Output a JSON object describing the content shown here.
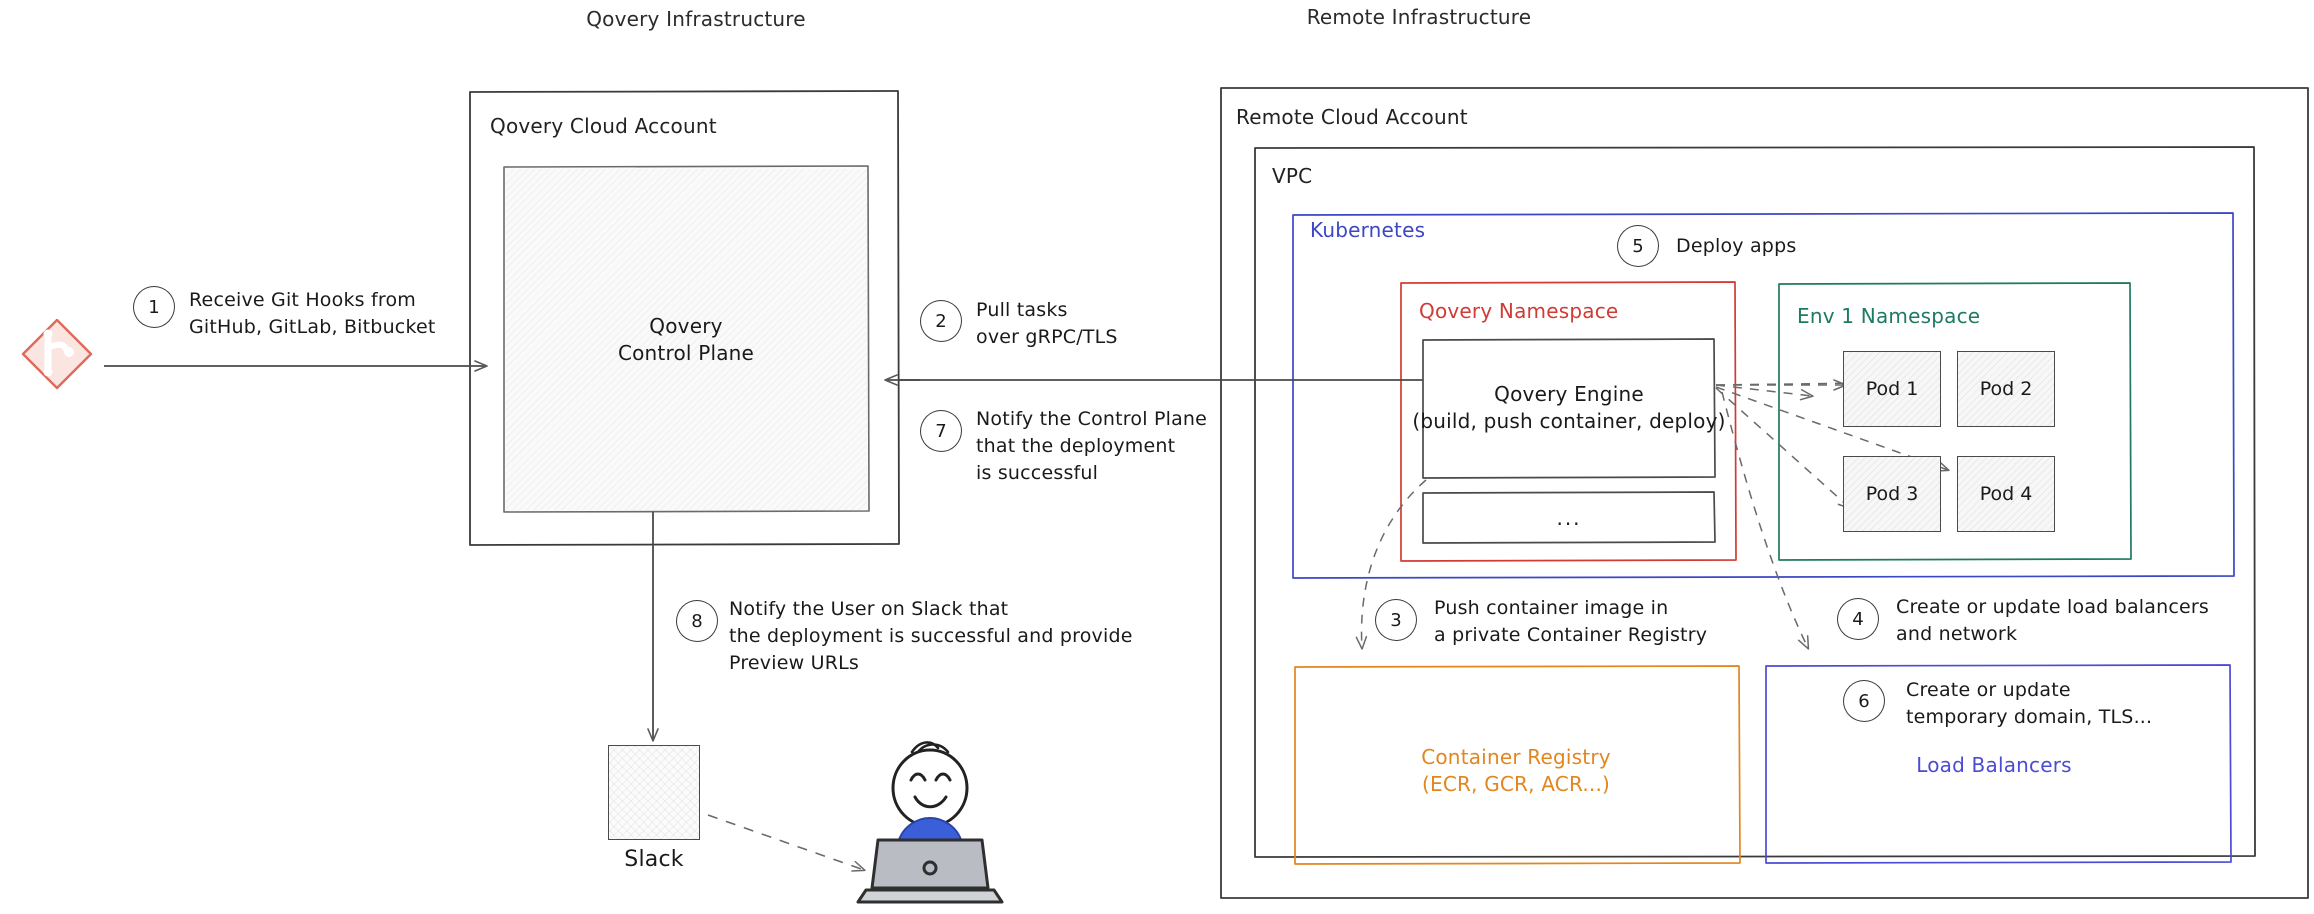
{
  "headers": {
    "left": "Qovery Infrastructure",
    "right": "Remote Infrastructure"
  },
  "left_side": {
    "git_icon_name": "git-logo-icon",
    "cloud_account_label": "Qovery Cloud Account",
    "control_plane_line1": "Qovery",
    "control_plane_line2": "Control Plane",
    "slack_label": "Slack",
    "slack_icon_name": "slack-logo-icon",
    "user_icon_name": "user-at-laptop-icon"
  },
  "right_side": {
    "remote_cloud_account_label": "Remote Cloud Account",
    "vpc_label": "VPC",
    "kubernetes_label": "Kubernetes",
    "qovery_namespace_label": "Qovery Namespace",
    "env1_namespace_label": "Env 1 Namespace",
    "engine_line1": "Qovery Engine",
    "engine_line2": "(build, push container, deploy)",
    "ellipsis_box_label": "...",
    "pods": [
      "Pod 1",
      "Pod 2",
      "Pod 3",
      "Pod 4"
    ],
    "container_registry_line1": "Container Registry",
    "container_registry_line2": "(ECR, GCR, ACR...)",
    "load_balancers_label": "Load Balancers"
  },
  "steps": {
    "s1": {
      "num": "1",
      "line1": "Receive Git Hooks from",
      "line2": "GitHub, GitLab, Bitbucket"
    },
    "s2": {
      "num": "2",
      "line1": "Pull tasks",
      "line2": "over gRPC/TLS"
    },
    "s3": {
      "num": "3",
      "line1": "Push container image in",
      "line2": "a private Container Registry"
    },
    "s4": {
      "num": "4",
      "line1": "Create or update load balancers",
      "line2": "and network"
    },
    "s5": {
      "num": "5",
      "line1": "Deploy apps",
      "line2": ""
    },
    "s6": {
      "num": "6",
      "line1": "Create or update",
      "line2": "temporary domain, TLS..."
    },
    "s7": {
      "num": "7",
      "line1": "Notify the Control Plane",
      "line2": "that the deployment",
      "line3": "is successful"
    },
    "s8": {
      "num": "8",
      "line1": "Notify the User on Slack that",
      "line2": "the deployment is successful and provide",
      "line3": "Preview URLs"
    }
  },
  "colors": {
    "stroke": "#3a3a3a",
    "kubernetes": "#3b47c4",
    "qovery_namespace": "#d13b35",
    "env_namespace": "#1f7a63",
    "container_registry": "#e2861f",
    "load_balancers": "#4b4bd4",
    "git_logo": "#de6a5a",
    "slack_blue": "#36c5f0",
    "slack_green": "#2eb67d",
    "slack_red": "#e01e5a",
    "slack_yellow": "#ecb22e",
    "shirt_blue": "#3a5fd9",
    "laptop_gray": "#b9bcc2"
  }
}
